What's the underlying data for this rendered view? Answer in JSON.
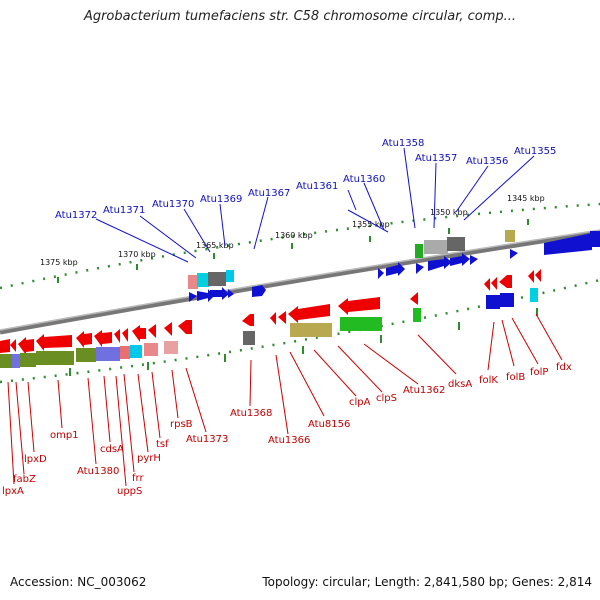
{
  "title": "Agrobacterium tumefaciens str. C58 chromosome circular, comp...",
  "footer": {
    "accession": "Accession: NC_003062",
    "summary": "Topology: circular; Length: 2,841,580 bp; Genes: 2,814"
  },
  "colors": {
    "top_label": "#1010c0",
    "bottom_label": "#c00000",
    "backbone": "#808080",
    "tick": "#2e8b2e"
  },
  "kbp_labels": [
    "1375 kbp",
    "1370 kbp",
    "1365 kbp",
    "1360 kbp",
    "1355 kbp",
    "1350 kbp",
    "1345 kbp"
  ],
  "top_genes": [
    "Atu1372",
    "Atu1371",
    "Atu1370",
    "Atu1369",
    "Atu1367",
    "Atu1361",
    "Atu1360",
    "Atu1358",
    "Atu1357",
    "Atu1356",
    "Atu1355"
  ],
  "bottom_genes": [
    "lpxA",
    "fabZ",
    "lpxD",
    "omp1",
    "Atu1380",
    "cdsA",
    "uppS",
    "frr",
    "pyrH",
    "tsf",
    "rpsB",
    "Atu1373",
    "Atu1368",
    "Atu1366",
    "Atu8156",
    "clpA",
    "clpS",
    "Atu1362",
    "dksA",
    "folK",
    "folB",
    "folP",
    "fdx"
  ]
}
